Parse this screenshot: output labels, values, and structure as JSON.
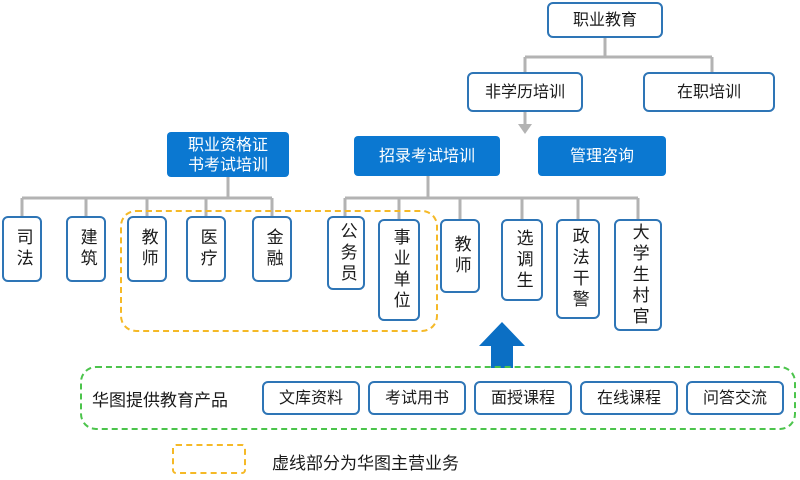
{
  "top": {
    "root": "职业教育",
    "non_degree": "非学历培训",
    "in_service": "在职培训"
  },
  "categories": {
    "cert_training": "职业资格证书考试培训",
    "recruit_exam": "招录考试培训",
    "mgmt_consult": "管理咨询"
  },
  "cert_leaves": [
    "司法",
    "建筑",
    "教师",
    "医疗",
    "金融"
  ],
  "recruit_leaves": [
    "公务员",
    "事业单位",
    "教师",
    "选调生",
    "政法干警",
    "大学生村官"
  ],
  "products": {
    "title": "华图提供教育产品",
    "items": [
      "文库资料",
      "考试用书",
      "面授课程",
      "在线课程",
      "问答交流"
    ]
  },
  "legend": {
    "text": "虚线部分为华图主营业务"
  },
  "colors": {
    "outline": "#2e75b6",
    "filled": "#0b78d1",
    "connector": "#b3b3b3",
    "dash_orange": "#f5b927",
    "dash_green": "#4cc44c"
  }
}
